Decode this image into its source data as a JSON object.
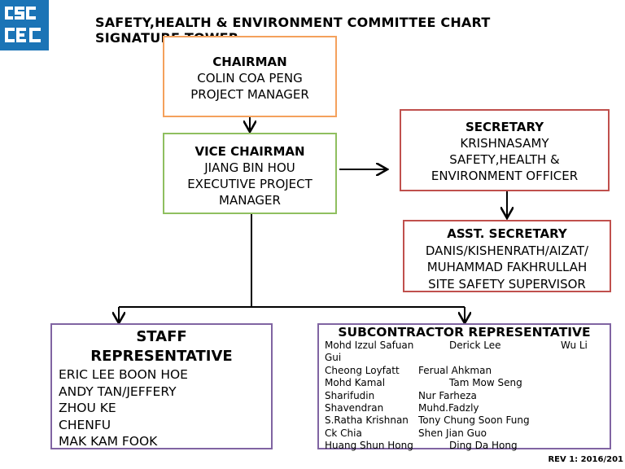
{
  "title_lines": [
    "SAFETY,HEALTH & ENVIRONMENT COMMITTEE CHART",
    "SIGNATURE TOWER"
  ],
  "logo_text": "CSCEC",
  "chairman": {
    "heading": "CHAIRMAN",
    "name": "COLIN COA PENG",
    "role": "PROJECT MANAGER"
  },
  "vice_chairman": {
    "heading": "VICE CHAIRMAN",
    "name": "JIANG BIN HOU",
    "role_lines": [
      "EXECUTIVE PROJECT",
      "MANAGER"
    ]
  },
  "secretary": {
    "heading": "SECRETARY",
    "name": "KRISHNASAMY",
    "role_lines": [
      "SAFETY,HEALTH &",
      "ENVIRONMENT OFFICER"
    ]
  },
  "asst_secretary": {
    "heading": "ASST. SECRETARY",
    "name_lines": [
      "DANIS/KISHENRATH/AIZAT/",
      "MUHAMMAD FAKHRULLAH"
    ],
    "role": "SITE SAFETY SUPERVISOR"
  },
  "staff": {
    "heading_lines": [
      "STAFF",
      "REPRESENTATIVE"
    ],
    "members": [
      "ERIC LEE BOON HOE",
      "ANDY TAN/JEFFERY",
      "ZHOU KE",
      "CHENFU",
      "MAK KAM FOOK"
    ]
  },
  "subcontractor": {
    "heading": "SUBCONTRACTOR REPRESENTATIVE",
    "row0": [
      "Mohd Izzul Safuan",
      "Derick Lee",
      "Wu Li"
    ],
    "row1": [
      "Gui"
    ],
    "row2": [
      "Cheong Loyfatt",
      "Ferual Ahkman"
    ],
    "row3": [
      "Mohd Kamal",
      "Tam Mow Seng"
    ],
    "row4": [
      "Sharifudin",
      "Nur Farheza"
    ],
    "row5": [
      "Shavendran",
      "Muhd.Fadzly"
    ],
    "row6": [
      "S.Ratha Krishnan",
      "Tony Chung Soon Fung"
    ],
    "row7": [
      "Ck Chia",
      "Shen Jian Guo"
    ],
    "row8": [
      "Huang Shun Hong",
      "Ding Da Hong"
    ]
  },
  "revision": "REV 1: 2016/201",
  "colors": {
    "logo": "#1b74b6",
    "chairman_border": "#f4a15c",
    "vice_border": "#8fbf5f",
    "secretary_border": "#c0504d",
    "rep_border": "#8064a2"
  }
}
